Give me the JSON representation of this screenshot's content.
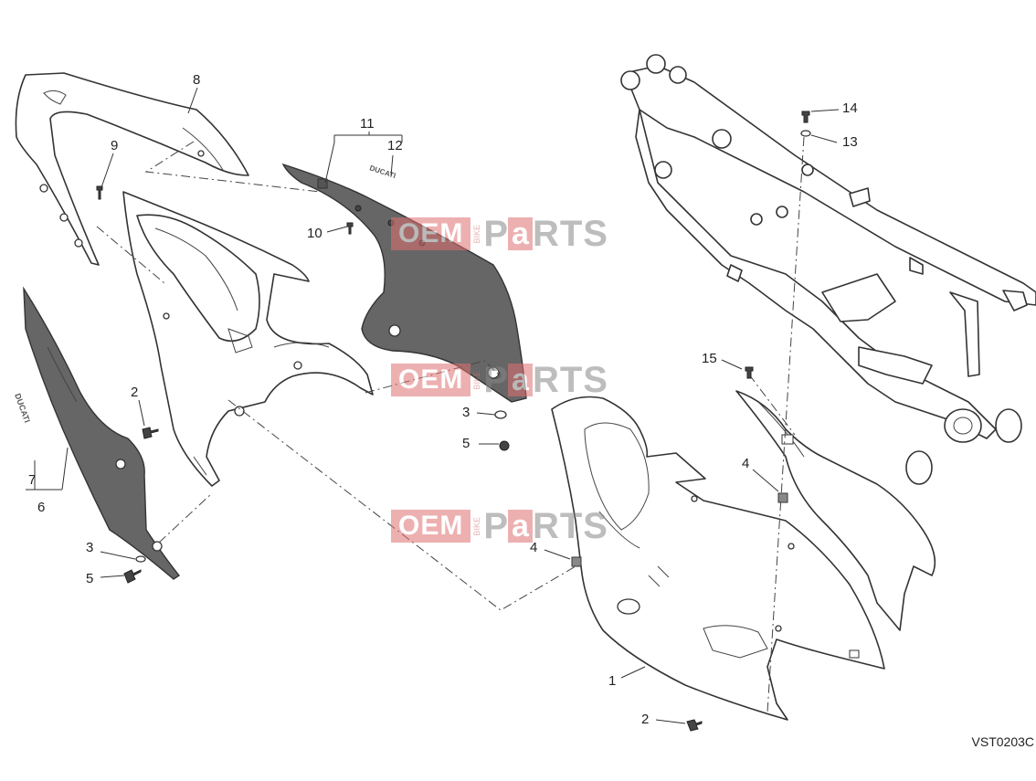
{
  "diagram": {
    "drawing_code": "VST0203C",
    "callouts": [
      {
        "id": "c1",
        "text": "1"
      },
      {
        "id": "c2a",
        "text": "2"
      },
      {
        "id": "c2b",
        "text": "2"
      },
      {
        "id": "c3a",
        "text": "3"
      },
      {
        "id": "c3b",
        "text": "3"
      },
      {
        "id": "c4a",
        "text": "4"
      },
      {
        "id": "c4b",
        "text": "4"
      },
      {
        "id": "c5a",
        "text": "5"
      },
      {
        "id": "c5b",
        "text": "5"
      },
      {
        "id": "c6",
        "text": "6"
      },
      {
        "id": "c7",
        "text": "7"
      },
      {
        "id": "c8",
        "text": "8"
      },
      {
        "id": "c9",
        "text": "9"
      },
      {
        "id": "c10",
        "text": "10"
      },
      {
        "id": "c11",
        "text": "11"
      },
      {
        "id": "c12",
        "text": "12"
      },
      {
        "id": "c13",
        "text": "13"
      },
      {
        "id": "c14",
        "text": "14"
      },
      {
        "id": "c15",
        "text": "15"
      }
    ],
    "decal_text": "DUCATI",
    "watermark": {
      "oem": "OEM",
      "bike": "BIKE",
      "p": "P",
      "a": "a",
      "rts": "RTS"
    }
  }
}
